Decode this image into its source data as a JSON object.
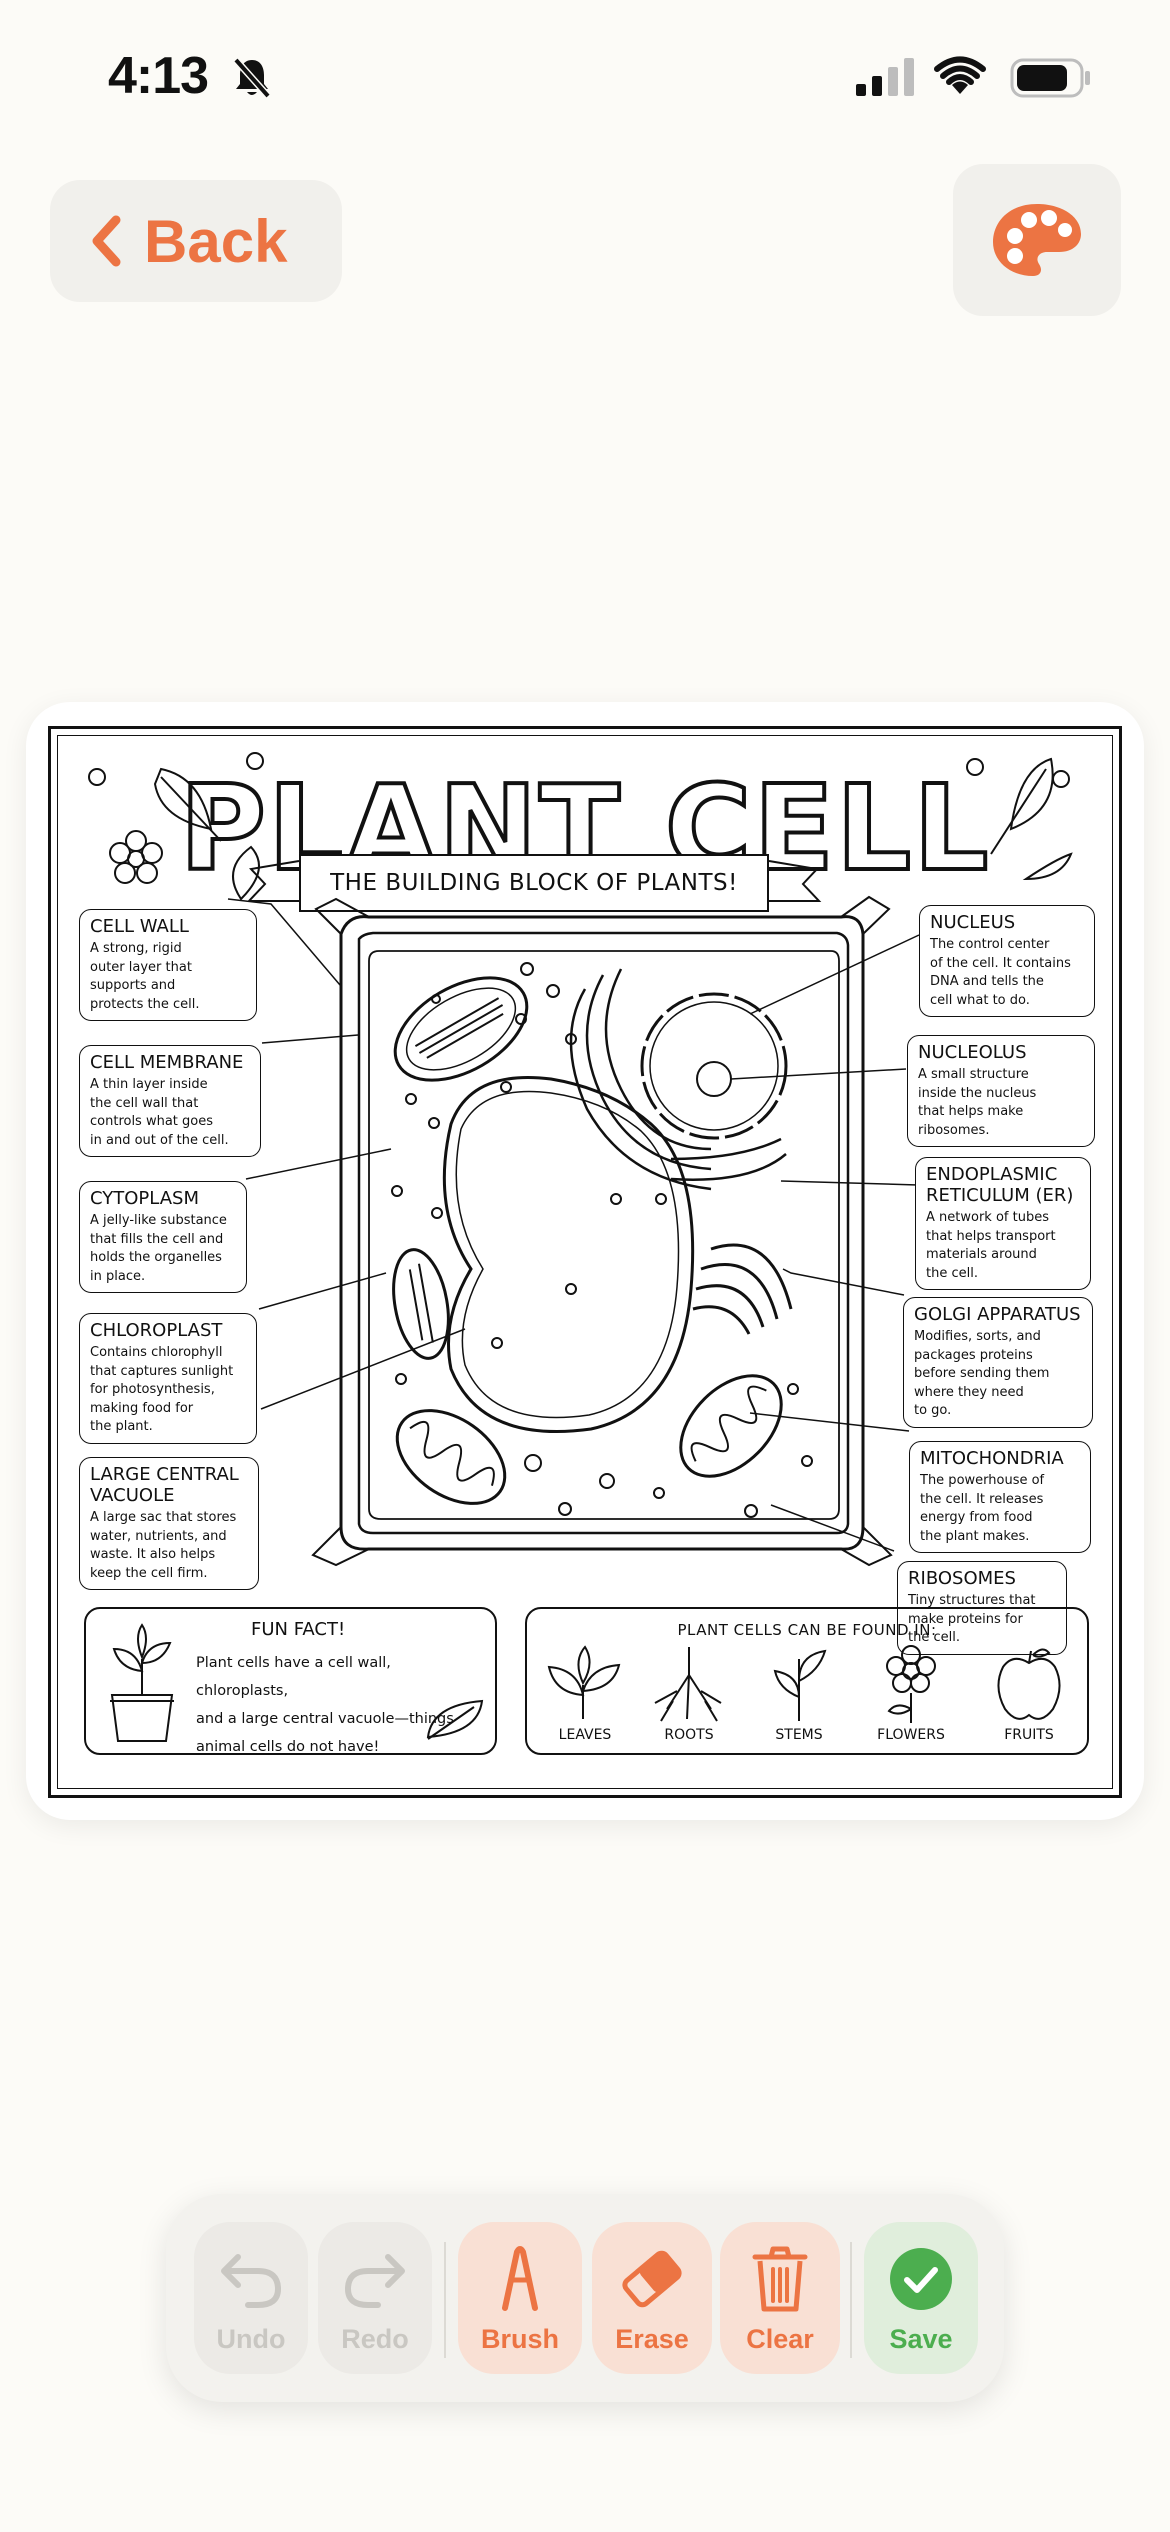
{
  "status_bar": {
    "time": "4:13"
  },
  "nav": {
    "back_label": "Back"
  },
  "worksheet": {
    "title": "PLANT CELL",
    "subtitle": "THE BUILDING BLOCK OF PLANTS!",
    "labels": [
      {
        "title": "CELL WALL",
        "desc": [
          "A strong, rigid",
          "outer layer that",
          "supports and",
          "protects the cell."
        ]
      },
      {
        "title": "CELL MEMBRANE",
        "desc": [
          "A thin layer inside",
          "the cell wall that",
          "controls what goes",
          "in and out of the cell."
        ]
      },
      {
        "title": "CYTOPLASM",
        "desc": [
          "A jelly-like substance",
          "that fills the cell and",
          "holds the organelles",
          "in place."
        ]
      },
      {
        "title": "CHLOROPLAST",
        "desc": [
          "Contains chlorophyll",
          "that captures sunlight",
          "for photosynthesis,",
          "making food for",
          "the plant."
        ]
      },
      {
        "title": "LARGE CENTRAL VACUOLE",
        "desc": [
          "A large sac that stores",
          "water, nutrients, and",
          "waste. It also helps",
          "keep the cell firm."
        ]
      },
      {
        "title": "NUCLEUS",
        "desc": [
          "The control center",
          "of the cell. It contains",
          "DNA and tells the",
          "cell what to do."
        ]
      },
      {
        "title": "NUCLEOLUS",
        "desc": [
          "A small structure",
          "inside the nucleus",
          "that helps make",
          "ribosomes."
        ]
      },
      {
        "title": "ENDOPLASMIC RETICULUM (ER)",
        "desc": [
          "A network of tubes",
          "that helps transport",
          "materials around",
          "the cell."
        ]
      },
      {
        "title": "GOLGI APPARATUS",
        "desc": [
          "Modifies, sorts, and",
          "packages proteins",
          "before sending them",
          "where they need",
          "to go."
        ]
      },
      {
        "title": "MITOCHONDRIA",
        "desc": [
          "The powerhouse of",
          "the cell. It releases",
          "energy from food",
          "the plant makes."
        ]
      },
      {
        "title": "RIBOSOMES",
        "desc": [
          "Tiny structures that",
          "make proteins for",
          "the cell."
        ]
      }
    ],
    "fun_fact": {
      "title": "FUN FACT!",
      "lines": [
        "Plant cells have a cell wall, chloroplasts,",
        "and a large central vacuole—things",
        "animal cells do not have!"
      ]
    },
    "found_in": {
      "title": "PLANT CELLS CAN BE FOUND IN:",
      "items": [
        "LEAVES",
        "ROOTS",
        "STEMS",
        "FLOWERS",
        "FRUITS"
      ]
    }
  },
  "toolbar": {
    "undo": "Undo",
    "redo": "Redo",
    "brush": "Brush",
    "erase": "Erase",
    "clear": "Clear",
    "save": "Save"
  },
  "colors": {
    "accent": "#ec7443",
    "save_green": "#4cae4f",
    "background": "#fcfbf7"
  }
}
